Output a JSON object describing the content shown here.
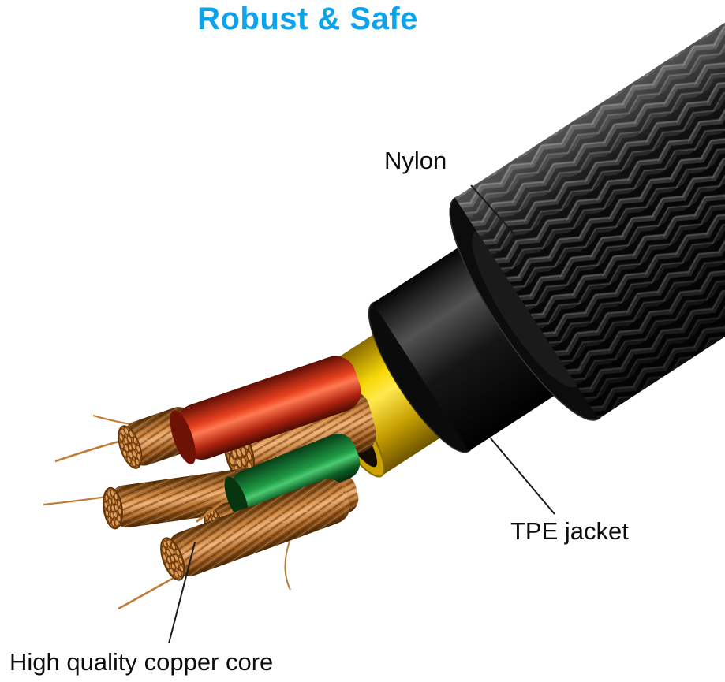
{
  "title": {
    "text": "Robust & Safe"
  },
  "annotations": {
    "nylon": "Nylon",
    "tpe_jacket": "TPE jacket",
    "copper_core": "High quality copper core"
  },
  "colors": {
    "accent": "#0da3ec",
    "label_text": "#0c0c0c",
    "background": "#ffffff",
    "braid_black": "#0a0a0a",
    "jacket_black": "#141414",
    "insulation_yellow": "#f2ce09",
    "wire_red": "#e23b1f",
    "wire_green": "#1f9a44",
    "copper": "#c9813c"
  }
}
